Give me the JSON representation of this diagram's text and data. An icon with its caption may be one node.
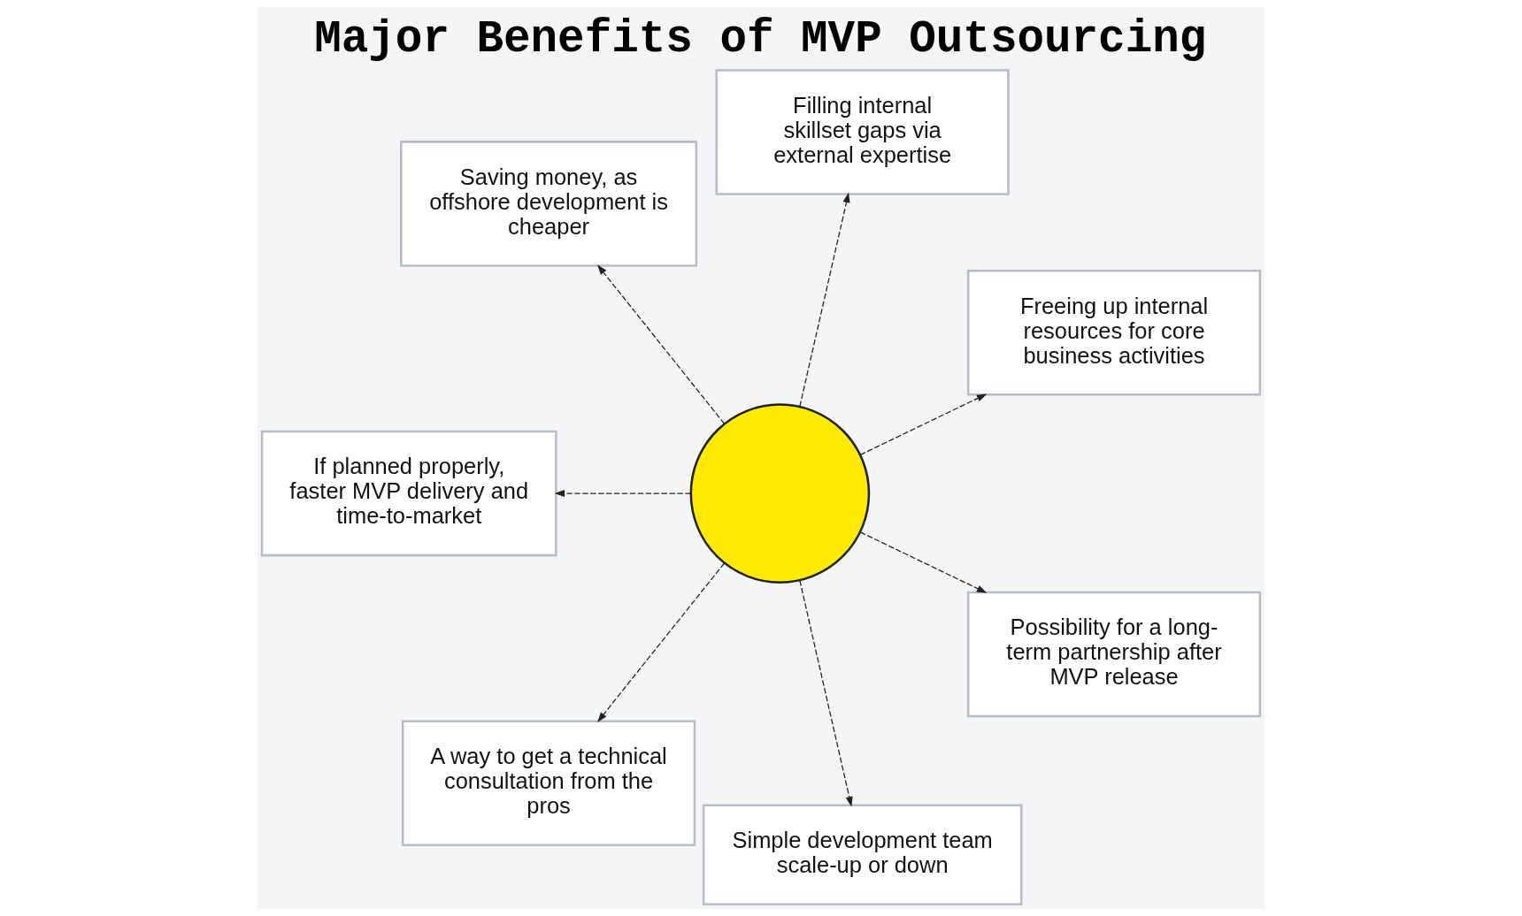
{
  "diagram": {
    "title": "Major Benefits of MVP Outsourcing",
    "nodes": [
      {
        "text": [],
        "shape": "circle"
      },
      {
        "text": [
          "Freeing up internal resources for core business activities"
        ]
      },
      {
        "text": [
          "Filling internal skillset gaps via external expertise"
        ]
      },
      {
        "text": [
          "Saving money, as offshore development is cheaper"
        ]
      },
      {
        "text": [
          "If planned properly, faster MVP delivery and time-to-market"
        ]
      },
      {
        "text": [
          "A way to get a technical consultation from the pros"
        ]
      },
      {
        "text": [
          "Simple development team scale-up or down"
        ]
      },
      {
        "text": [
          "Possibility for a long-term partnership after MVP release"
        ]
      }
    ],
    "edges": [
      {
        "from": 0,
        "to": 1,
        "arrow": "to",
        "style": "dashed"
      },
      {
        "from": 0,
        "to": 2,
        "arrow": "to",
        "style": "dashed"
      },
      {
        "from": 0,
        "to": 3,
        "arrow": "to",
        "style": "dashed"
      },
      {
        "from": 0,
        "to": 4,
        "arrow": "to",
        "style": "dashed"
      },
      {
        "from": 0,
        "to": 5,
        "arrow": "to",
        "style": "dashed"
      },
      {
        "from": 0,
        "to": 6,
        "arrow": "to",
        "style": "dashed"
      },
      {
        "from": 0,
        "to": 7,
        "arrow": "to",
        "style": "dashed"
      }
    ]
  }
}
